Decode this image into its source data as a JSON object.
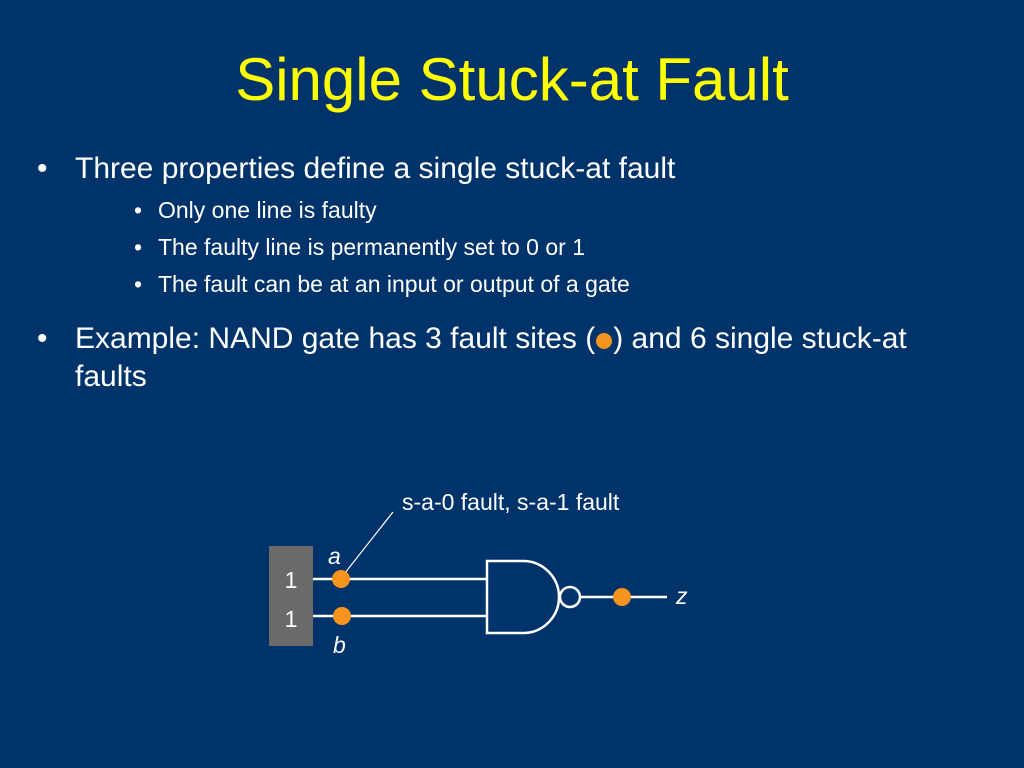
{
  "slide": {
    "title": "Single Stuck-at Fault",
    "bullets": [
      {
        "text": "Three properties define a single stuck-at fault",
        "sub": [
          "Only one line is faulty",
          "The faulty line is permanently set to 0 or 1",
          "The fault can be at an input or output of a gate"
        ]
      },
      {
        "text_before": "Example: NAND gate has 3 fault sites (",
        "text_after": ") and 6 single stuck-at faults"
      }
    ],
    "bullet_glyph": "•"
  },
  "diagram": {
    "fault_label": "s-a-0 fault, s-a-1 fault",
    "input_a_label": "a",
    "input_b_label": "b",
    "output_label": "z",
    "input_values": [
      "1",
      "1"
    ],
    "fault_site_color": "#f7941d",
    "gate_type": "NAND"
  },
  "colors": {
    "background": "#00336a",
    "title": "#ffff00",
    "text": "#ffffff",
    "input_box": "#6a6a6a"
  }
}
